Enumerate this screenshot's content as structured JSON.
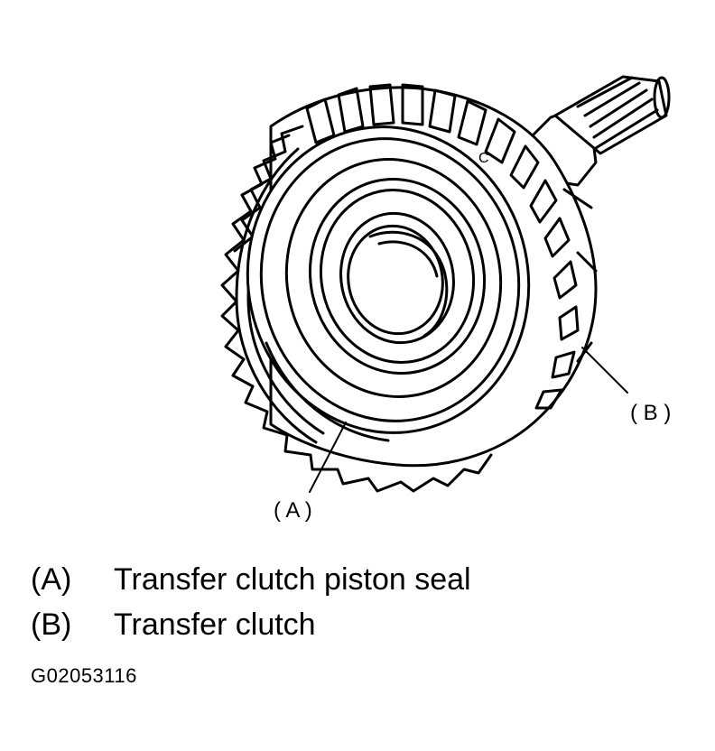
{
  "callouts": {
    "a": "( A )",
    "b": "( B )"
  },
  "legend": [
    {
      "code": "(A)",
      "text": "Transfer clutch piston seal"
    },
    {
      "code": "(B)",
      "text": "Transfer clutch"
    }
  ],
  "figure_id": "G02053116",
  "colors": {
    "ink": "#000000",
    "paper": "#ffffff"
  }
}
